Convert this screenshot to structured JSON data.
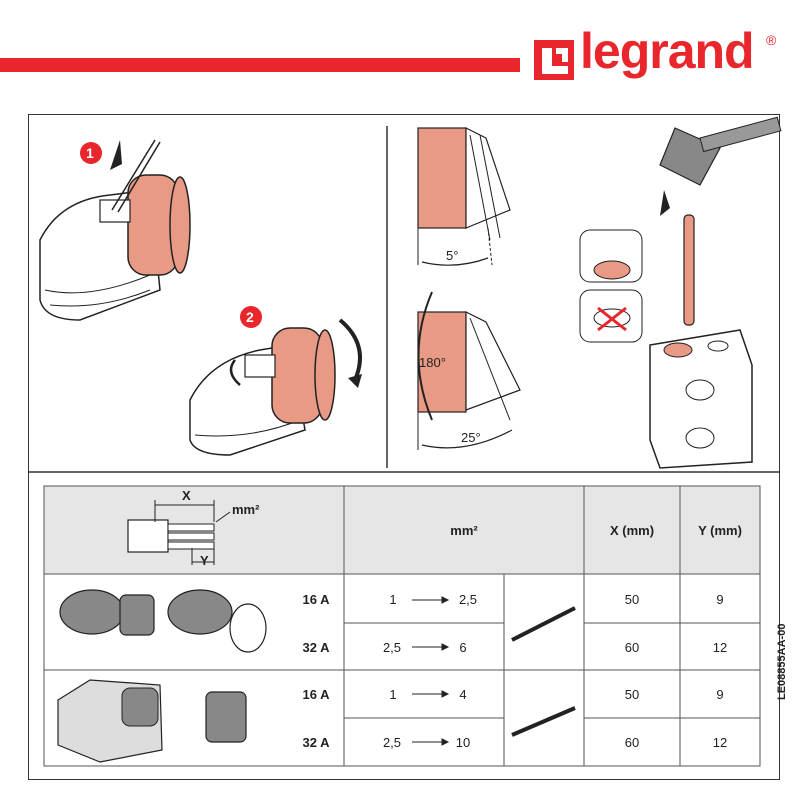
{
  "brand": {
    "name": "legrand",
    "reg": "®",
    "red": "#e8262b"
  },
  "steps": {
    "one": "1",
    "two": "2"
  },
  "angles": {
    "a5": "5°",
    "a180": "180°",
    "a25": "25°"
  },
  "table": {
    "diagram": {
      "x": "X",
      "mm2": "mm²",
      "y": "Y"
    },
    "headers": {
      "mm2": "mm²",
      "x": "X (mm)",
      "y": "Y (mm)"
    },
    "rows": [
      {
        "amp": "16 A",
        "from": "1",
        "to": "2,5",
        "x": "50",
        "y": "9"
      },
      {
        "amp": "32 A",
        "from": "2,5",
        "to": "6",
        "x": "60",
        "y": "12"
      },
      {
        "amp": "16 A",
        "from": "1",
        "to": "4",
        "x": "50",
        "y": "9"
      },
      {
        "amp": "32 A",
        "from": "2,5",
        "to": "10",
        "x": "60",
        "y": "12"
      }
    ],
    "header_bg": "#e6e6e6"
  },
  "doc_code": "LE08855AA-00"
}
